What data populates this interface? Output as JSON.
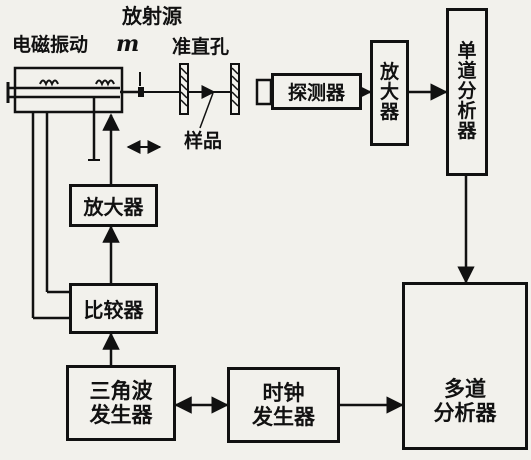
{
  "labels": {
    "vibrator": "电磁振动",
    "source": "放射源",
    "m_symbol": "m",
    "collimator": "准直孔",
    "sample": "样品"
  },
  "blocks": {
    "detector": "探测器",
    "amp_top": "放大器",
    "single_channel": "单道分析器",
    "amp_left": "放大器",
    "comparator": "比较器",
    "triangle_wave": "三角波\n发生器",
    "clock": "时钟\n发生器",
    "multichannel": "多道\n分析器"
  }
}
